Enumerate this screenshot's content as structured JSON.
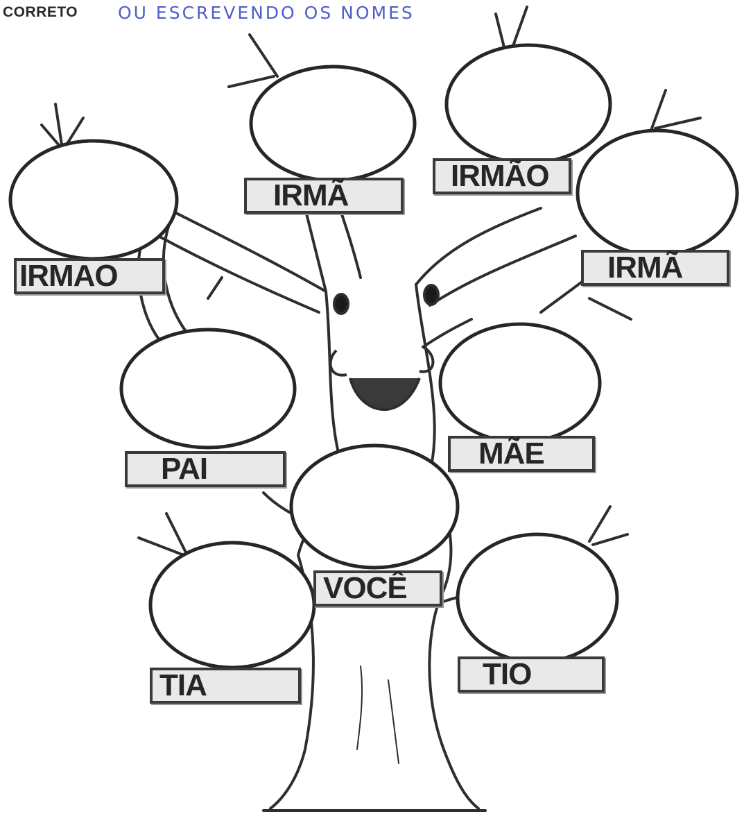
{
  "header": {
    "printed_text": "CORRETO",
    "handwritten_text": "OU ESCREVENDO OS NOMES"
  },
  "labels": {
    "irmao_left": "IRMAO",
    "irma_top": "IRMÃ",
    "irmao_top": "IRMÃO",
    "irma_right": "IRMÃ",
    "pai": "PAI",
    "mae": "MÃE",
    "voce": "VOCÊ",
    "tia": "TIA",
    "tio": "TIO"
  },
  "colors": {
    "ink": "#262626",
    "handwriting": "#4f5dc9",
    "label_fill": "#e9e9e9"
  }
}
